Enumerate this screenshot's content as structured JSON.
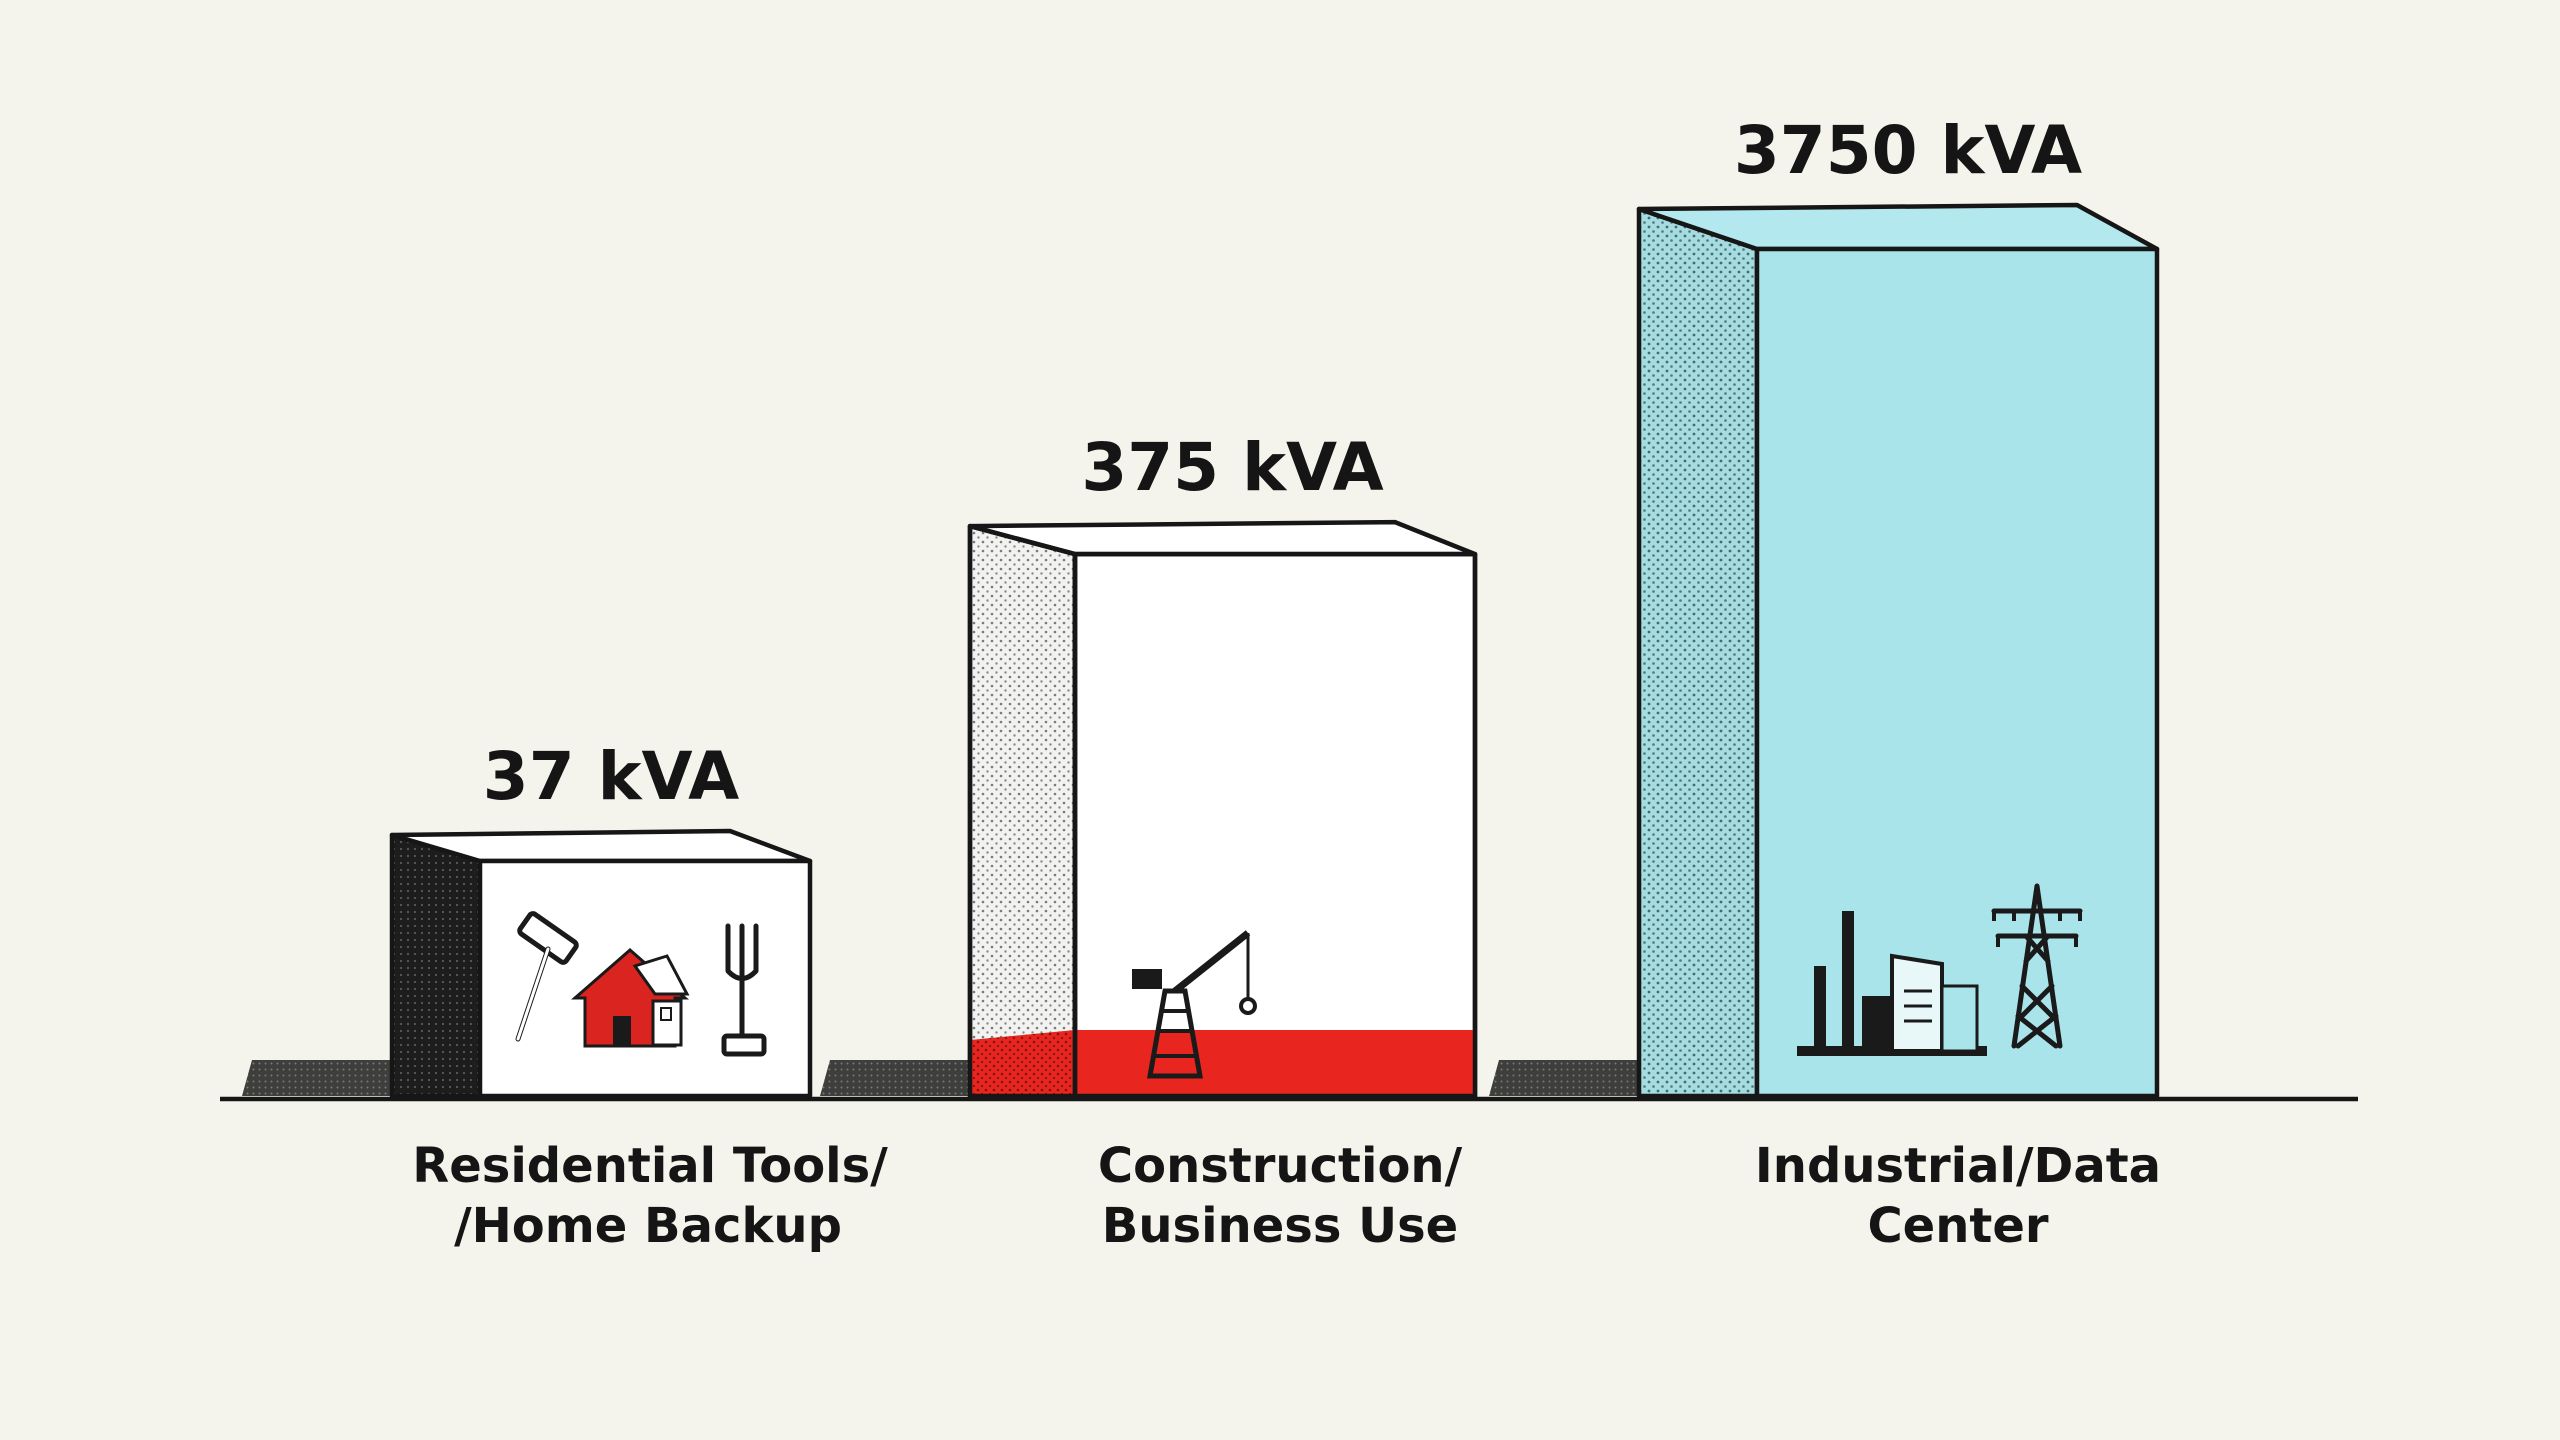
{
  "chart_data": {
    "type": "bar",
    "title": "",
    "xlabel": "",
    "ylabel": "",
    "value_unit": "kVA",
    "categories": [
      "Residential Tools/ /Home Backup",
      "Construction/ Business Use",
      "Industrial/Data Center"
    ],
    "category_lines": [
      [
        "Residential Tools/",
        "/Home Backup"
      ],
      [
        "Construction/",
        "Business Use"
      ],
      [
        "Industrial/Data",
        "Center"
      ]
    ],
    "values": [
      37,
      375,
      3750
    ],
    "value_labels": [
      "37 kVA",
      "375 kVA",
      "3750 kVA"
    ],
    "scale": "log10",
    "grid": false,
    "legend": "none",
    "colors": {
      "background": "#f5f4ec",
      "bar_front": [
        "#ffffff",
        "#ffffff",
        "#a8e4ea"
      ],
      "bar_side": [
        "#1b1b1b",
        "#e2e2e2",
        "#9bd2d8"
      ],
      "bar_top": [
        "#ffffff",
        "#ffffff",
        "#b3e8ee"
      ],
      "accent_fill": [
        "",
        "#e8261f",
        ""
      ],
      "icon_accent": "#d92420",
      "ink": "#161616"
    },
    "icons": [
      [
        "hammer-icon",
        "house-icon",
        "fork-icon"
      ],
      [
        "crane-icon",
        "truck-icon"
      ],
      [
        "factory-icon",
        "transmission-tower-icon"
      ]
    ]
  }
}
